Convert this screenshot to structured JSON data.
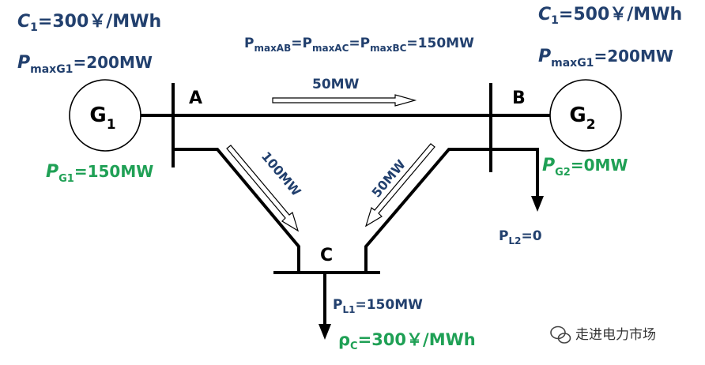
{
  "colors": {
    "label_navy": "#22406e",
    "label_green": "#1fa055",
    "line": "#000000",
    "arrow_fill": "#ffffff"
  },
  "generator1": {
    "name": "G",
    "sub": "1"
  },
  "generator2": {
    "name": "G",
    "sub": "2"
  },
  "nodes": {
    "a": "A",
    "b": "B",
    "c": "C"
  },
  "g1_cost": {
    "sym": "C",
    "sub": "1",
    "val": "=300￥/MWh"
  },
  "g1_pmax": {
    "sym": "P",
    "sub": "maxG1",
    "val": "=200MW"
  },
  "g2_cost": {
    "sym": "C",
    "sub": "1",
    "val": "=500￥/MWh"
  },
  "g2_pmax": {
    "sym": "P",
    "sub": "maxG1",
    "val": "=200MW"
  },
  "line_limits": {
    "p1": "P",
    "s1": "maxAB",
    "e1": "=",
    "p2": "P",
    "s2": "maxAC",
    "e2": "=",
    "p3": "P",
    "s3": "maxBC",
    "tail": "=150MW"
  },
  "flows": {
    "ab": "50MW",
    "ac": "100MW",
    "bc": "50MW"
  },
  "pg1": {
    "sym": "P",
    "sub": "G1",
    "val": "=150MW"
  },
  "pg2": {
    "sym": "P",
    "sub": "G2",
    "val": "=0MW"
  },
  "pl2": {
    "sym": "P",
    "sub": "L2",
    "val": "=0"
  },
  "pl1": {
    "sym": "P",
    "sub": "L1",
    "val": "=150MW"
  },
  "price_c": {
    "sym": "ρ",
    "sub": "C",
    "val": "=300￥/MWh"
  },
  "watermark": {
    "text": "走进电力市场"
  }
}
